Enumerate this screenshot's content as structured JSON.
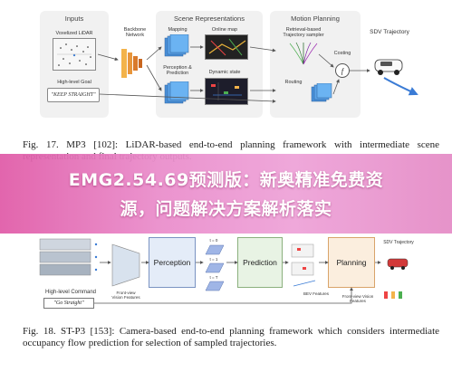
{
  "fig17": {
    "sections": {
      "inputs": "Inputs",
      "scene": "Scene Representations",
      "motion": "Motion Planning"
    },
    "labels": {
      "voxelized_lidar": "Voxelized LiDAR",
      "backbone": "Backbone Network",
      "high_level_goal": "High-level Goal",
      "goal_text": "\"KEEP STRAIGHT\"",
      "mapping": "Mapping",
      "online_map": "Online map",
      "perception": "Perception & Prediction",
      "dynamic_state": "Dynamic state",
      "retrieval": "Retrieval-based Trajectory sampler",
      "costing": "Costing",
      "routing": "Routing",
      "f_symbol": "f",
      "sdv": "SDV Trajectory"
    },
    "caption": {
      "fig_label": "Fig. 17.",
      "text": "MP3 [102]: LiDAR-based end-to-end planning framework with intermediate scene representation and final trajectory outputs."
    }
  },
  "banner": {
    "line1": "EMG2.54.69预测版：新奥精准免费资",
    "line2": "源，问题解决方案解析落实"
  },
  "fig18": {
    "labels": {
      "perception": "Perception",
      "prediction": "Prediction",
      "planning": "Planning",
      "high_level_command": "High-level Command",
      "command_text": "\"Go Straight\"",
      "front_view_features": "Front-view Vision Features",
      "t0": "t = 0",
      "t1": "t = 1",
      "tT": "t = T",
      "bev_features": "BEV Features",
      "front_view_vision_features": "Front-view Vision Features",
      "sdv": "SDV Trajectory"
    },
    "caption": {
      "fig_label": "Fig. 18.",
      "text": "ST-P3 [153]: Camera-based end-to-end planning framework which considers intermediate occupancy flow prediction for selection of sampled trajectories."
    }
  }
}
